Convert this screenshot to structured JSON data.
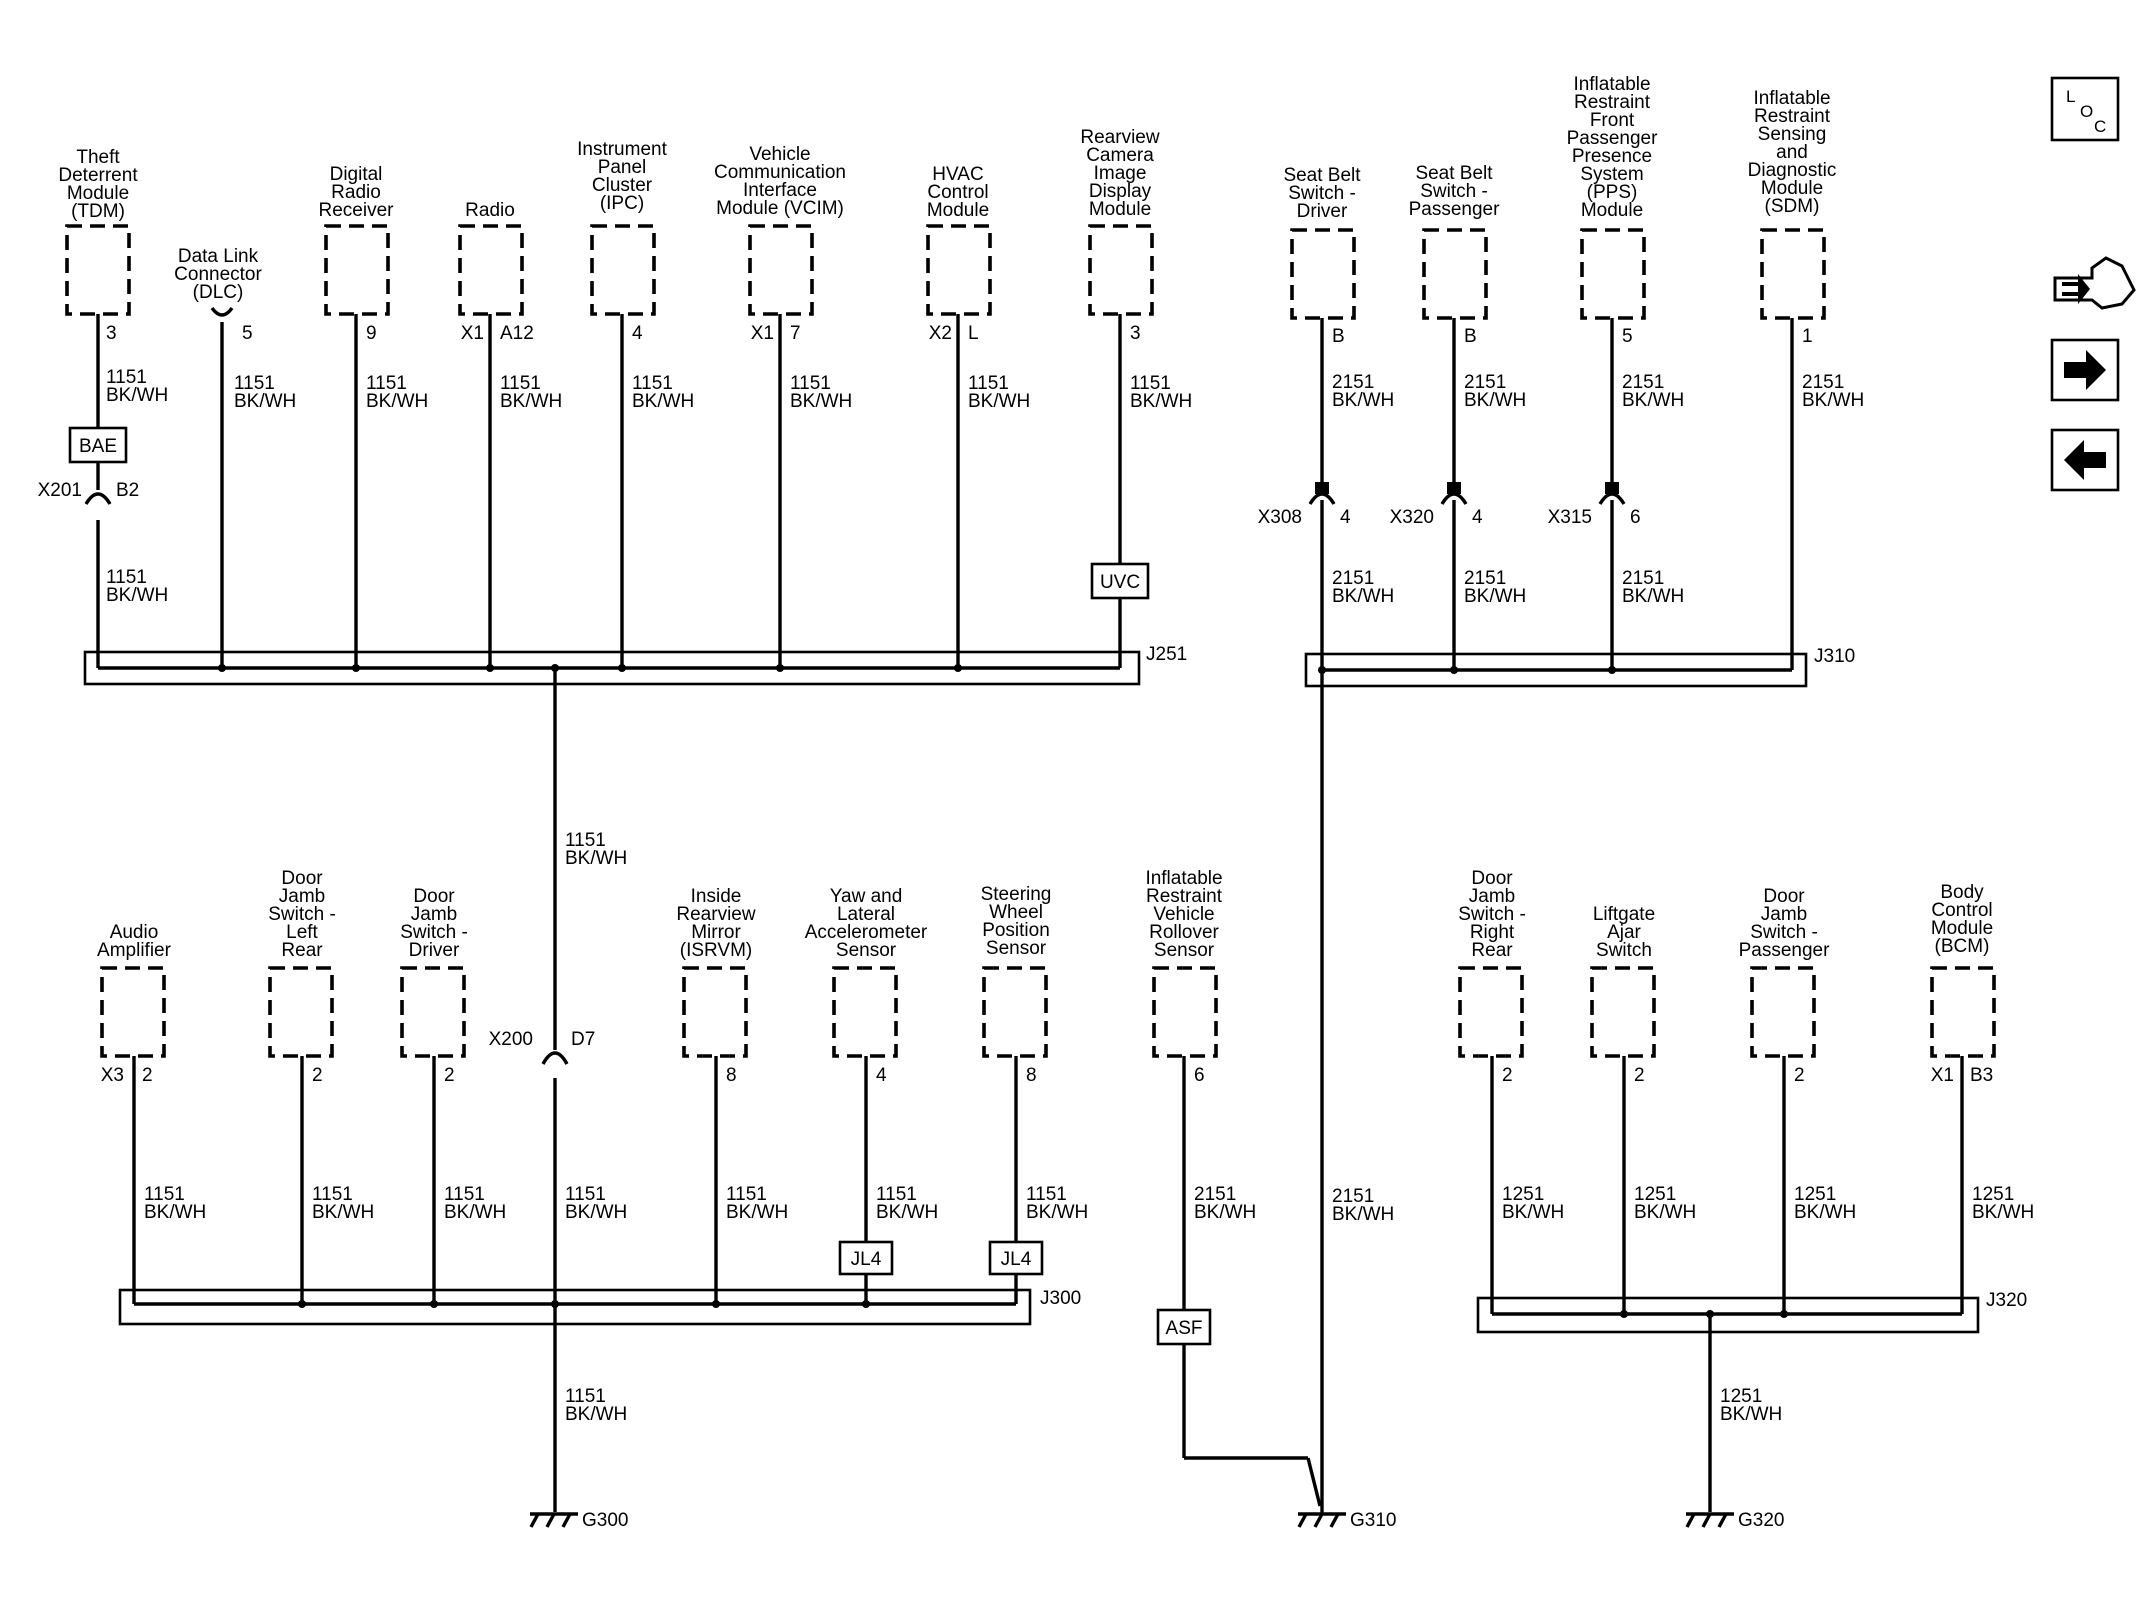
{
  "top_modules": [
    {
      "id": "tdm",
      "name": [
        "Theft",
        "Deterrent",
        "Module",
        "(TDM)"
      ],
      "pin": "3",
      "conn": "",
      "wire": [
        "1151",
        "BK/WH"
      ]
    },
    {
      "id": "dlc",
      "name": [
        "Data Link",
        "Connector",
        "(DLC)"
      ],
      "pin": "5",
      "conn": "",
      "wire": [
        "1151",
        "BK/WH"
      ]
    },
    {
      "id": "drr",
      "name": [
        "Digital",
        "Radio",
        "Receiver"
      ],
      "pin": "9",
      "conn": "",
      "wire": [
        "1151",
        "BK/WH"
      ]
    },
    {
      "id": "radio",
      "name": [
        "Radio"
      ],
      "pin": "A12",
      "conn": "X1",
      "wire": [
        "1151",
        "BK/WH"
      ]
    },
    {
      "id": "ipc",
      "name": [
        "Instrument",
        "Panel",
        "Cluster",
        "(IPC)"
      ],
      "pin": "4",
      "conn": "",
      "wire": [
        "1151",
        "BK/WH"
      ]
    },
    {
      "id": "vcim",
      "name": [
        "Vehicle",
        "Communication",
        "Interface",
        "Module (VCIM)"
      ],
      "pin": "7",
      "conn": "X1",
      "wire": [
        "1151",
        "BK/WH"
      ]
    },
    {
      "id": "hvac",
      "name": [
        "HVAC",
        "Control",
        "Module"
      ],
      "pin": "L",
      "conn": "X2",
      "wire": [
        "1151",
        "BK/WH"
      ]
    },
    {
      "id": "rcim",
      "name": [
        "Rearview",
        "Camera",
        "Image",
        "Display",
        "Module"
      ],
      "pin": "3",
      "conn": "",
      "wire": [
        "1151",
        "BK/WH"
      ]
    },
    {
      "id": "sbd",
      "name": [
        "Seat Belt",
        "Switch -",
        "Driver"
      ],
      "pin": "B",
      "conn": "",
      "wire": [
        "2151",
        "BK/WH"
      ]
    },
    {
      "id": "sbp",
      "name": [
        "Seat Belt",
        "Switch -",
        "Passenger"
      ],
      "pin": "B",
      "conn": "",
      "wire": [
        "2151",
        "BK/WH"
      ]
    },
    {
      "id": "pps",
      "name": [
        "Inflatable",
        "Restraint",
        "Front",
        "Passenger",
        "Presence",
        "System",
        "(PPS)",
        "Module"
      ],
      "pin": "5",
      "conn": "",
      "wire": [
        "2151",
        "BK/WH"
      ]
    },
    {
      "id": "sdm",
      "name": [
        "Inflatable",
        "Restraint",
        "Sensing",
        "and",
        "Diagnostic",
        "Module",
        "(SDM)"
      ],
      "pin": "1",
      "conn": "",
      "wire": [
        "2151",
        "BK/WH"
      ]
    }
  ],
  "bottom_modules": [
    {
      "id": "amp",
      "name": [
        "Audio",
        "Amplifier"
      ],
      "pin": "2",
      "conn": "X3",
      "wire": [
        "1151",
        "BK/WH"
      ]
    },
    {
      "id": "djlr",
      "name": [
        "Door",
        "Jamb",
        "Switch -",
        "Left",
        "Rear"
      ],
      "pin": "2",
      "conn": "",
      "wire": [
        "1151",
        "BK/WH"
      ]
    },
    {
      "id": "djd",
      "name": [
        "Door",
        "Jamb",
        "Switch -",
        "Driver"
      ],
      "pin": "2",
      "conn": "",
      "wire": [
        "1151",
        "BK/WH"
      ]
    },
    {
      "id": "isrvm",
      "name": [
        "Inside",
        "Rearview",
        "Mirror",
        "(ISRVM)"
      ],
      "pin": "8",
      "conn": "",
      "wire": [
        "1151",
        "BK/WH"
      ]
    },
    {
      "id": "yaw",
      "name": [
        "Yaw and",
        "Lateral",
        "Accelerometer",
        "Sensor"
      ],
      "pin": "4",
      "conn": "",
      "wire": [
        "1151",
        "BK/WH"
      ]
    },
    {
      "id": "swps",
      "name": [
        "Steering",
        "Wheel",
        "Position",
        "Sensor"
      ],
      "pin": "8",
      "conn": "",
      "wire": [
        "1151",
        "BK/WH"
      ]
    },
    {
      "id": "rollover",
      "name": [
        "Inflatable",
        "Restraint",
        "Vehicle",
        "Rollover",
        "Sensor"
      ],
      "pin": "6",
      "conn": "",
      "wire": [
        "2151",
        "BK/WH"
      ]
    },
    {
      "id": "djrr",
      "name": [
        "Door",
        "Jamb",
        "Switch -",
        "Right",
        "Rear"
      ],
      "pin": "2",
      "conn": "",
      "wire": [
        "1251",
        "BK/WH"
      ]
    },
    {
      "id": "lift",
      "name": [
        "Liftgate",
        "Ajar",
        "Switch"
      ],
      "pin": "2",
      "conn": "",
      "wire": [
        "1251",
        "BK/WH"
      ]
    },
    {
      "id": "djp",
      "name": [
        "Door",
        "Jamb",
        "Switch -",
        "Passenger"
      ],
      "pin": "2",
      "conn": "",
      "wire": [
        "1251",
        "BK/WH"
      ]
    },
    {
      "id": "bcm",
      "name": [
        "Body",
        "Control",
        "Module",
        "(BCM)"
      ],
      "pin": "B3",
      "conn": "X1",
      "wire": [
        "1251",
        "BK/WH"
      ]
    }
  ],
  "inline_connectors": {
    "x201": {
      "name": "X201",
      "pin": "B2"
    },
    "x308": {
      "name": "X308",
      "pin": "4"
    },
    "x320": {
      "name": "X320",
      "pin": "4"
    },
    "x315": {
      "name": "X315",
      "pin": "6"
    },
    "x200": {
      "name": "X200",
      "pin": "D7"
    }
  },
  "splice_packs": {
    "j251": "J251",
    "j310": "J310",
    "j300": "J300",
    "j320": "J320"
  },
  "option_codes": {
    "bae": "BAE",
    "uvc": "UVC",
    "jl4": "JL4",
    "asf": "ASF"
  },
  "wire_labels": {
    "tdm_lower": [
      "1151",
      "BK/WH"
    ],
    "sbd_lower": [
      "2151",
      "BK/WH"
    ],
    "sbp_lower": [
      "2151",
      "BK/WH"
    ],
    "pps_lower": [
      "2151",
      "BK/WH"
    ],
    "j251_to_x200": [
      "1151",
      "BK/WH"
    ],
    "x200_down": [
      "1151",
      "BK/WH"
    ],
    "j310_down": [
      "2151",
      "BK/WH"
    ],
    "j300_to_g300": [
      "1151",
      "BK/WH"
    ],
    "j320_to_g320": [
      "1251",
      "BK/WH"
    ]
  },
  "grounds": {
    "g300": "G300",
    "g310": "G310",
    "g320": "G320"
  },
  "nav": {
    "loc_l": "L",
    "loc_o": "O",
    "loc_c": "C"
  }
}
